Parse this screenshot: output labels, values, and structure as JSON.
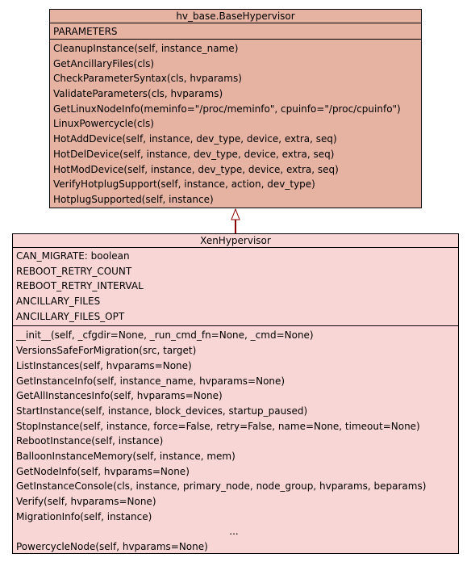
{
  "base_class": {
    "title": "hv_base.BaseHypervisor",
    "attributes": [
      "PARAMETERS"
    ],
    "methods": [
      "CleanupInstance(self, instance_name)",
      "GetAncillaryFiles(cls)",
      "CheckParameterSyntax(cls, hvparams)",
      "ValidateParameters(cls, hvparams)",
      "GetLinuxNodeInfo(meminfo=\"/proc/meminfo\", cpuinfo=\"/proc/cpuinfo\")",
      "LinuxPowercycle(cls)",
      "HotAddDevice(self, instance, dev_type, device, extra, seq)",
      "HotDelDevice(self, instance, dev_type, device, extra, seq)",
      "HotModDevice(self, instance, dev_type, device, extra, seq)",
      "VerifyHotplugSupport(self, instance, action, dev_type)",
      "HotplugSupported(self, instance)"
    ]
  },
  "derived_class": {
    "title": "XenHypervisor",
    "attributes": [
      "CAN_MIGRATE: boolean",
      "REBOOT_RETRY_COUNT",
      "REBOOT_RETRY_INTERVAL",
      "ANCILLARY_FILES",
      "ANCILLARY_FILES_OPT"
    ],
    "methods": [
      "__init__(self, _cfgdir=None, _run_cmd_fn=None, _cmd=None)",
      "VersionsSafeForMigration(src, target)",
      "ListInstances(self, hvparams=None)",
      "GetInstanceInfo(self, instance_name, hvparams=None)",
      "GetAllInstancesInfo(self, hvparams=None)",
      "StartInstance(self, instance, block_devices, startup_paused)",
      "StopInstance(self, instance, force=False, retry=False, name=None, timeout=None)",
      "RebootInstance(self, instance)",
      "BalloonInstanceMemory(self, instance, mem)",
      "GetNodeInfo(self, hvparams=None)",
      "GetInstanceConsole(cls, instance, primary_node, node_group, hvparams, beparams)",
      "Verify(self, hvparams=None)",
      "MigrationInfo(self, instance)",
      "...",
      "PowercycleNode(self, hvparams=None)"
    ]
  },
  "colors": {
    "base_fill": "#e6b3a3",
    "derived_fill": "#f9d6d6",
    "border": "#000000",
    "arrow": "#8b0000"
  },
  "icons": {
    "inheritance": "hollow-triangle-arrowhead"
  }
}
